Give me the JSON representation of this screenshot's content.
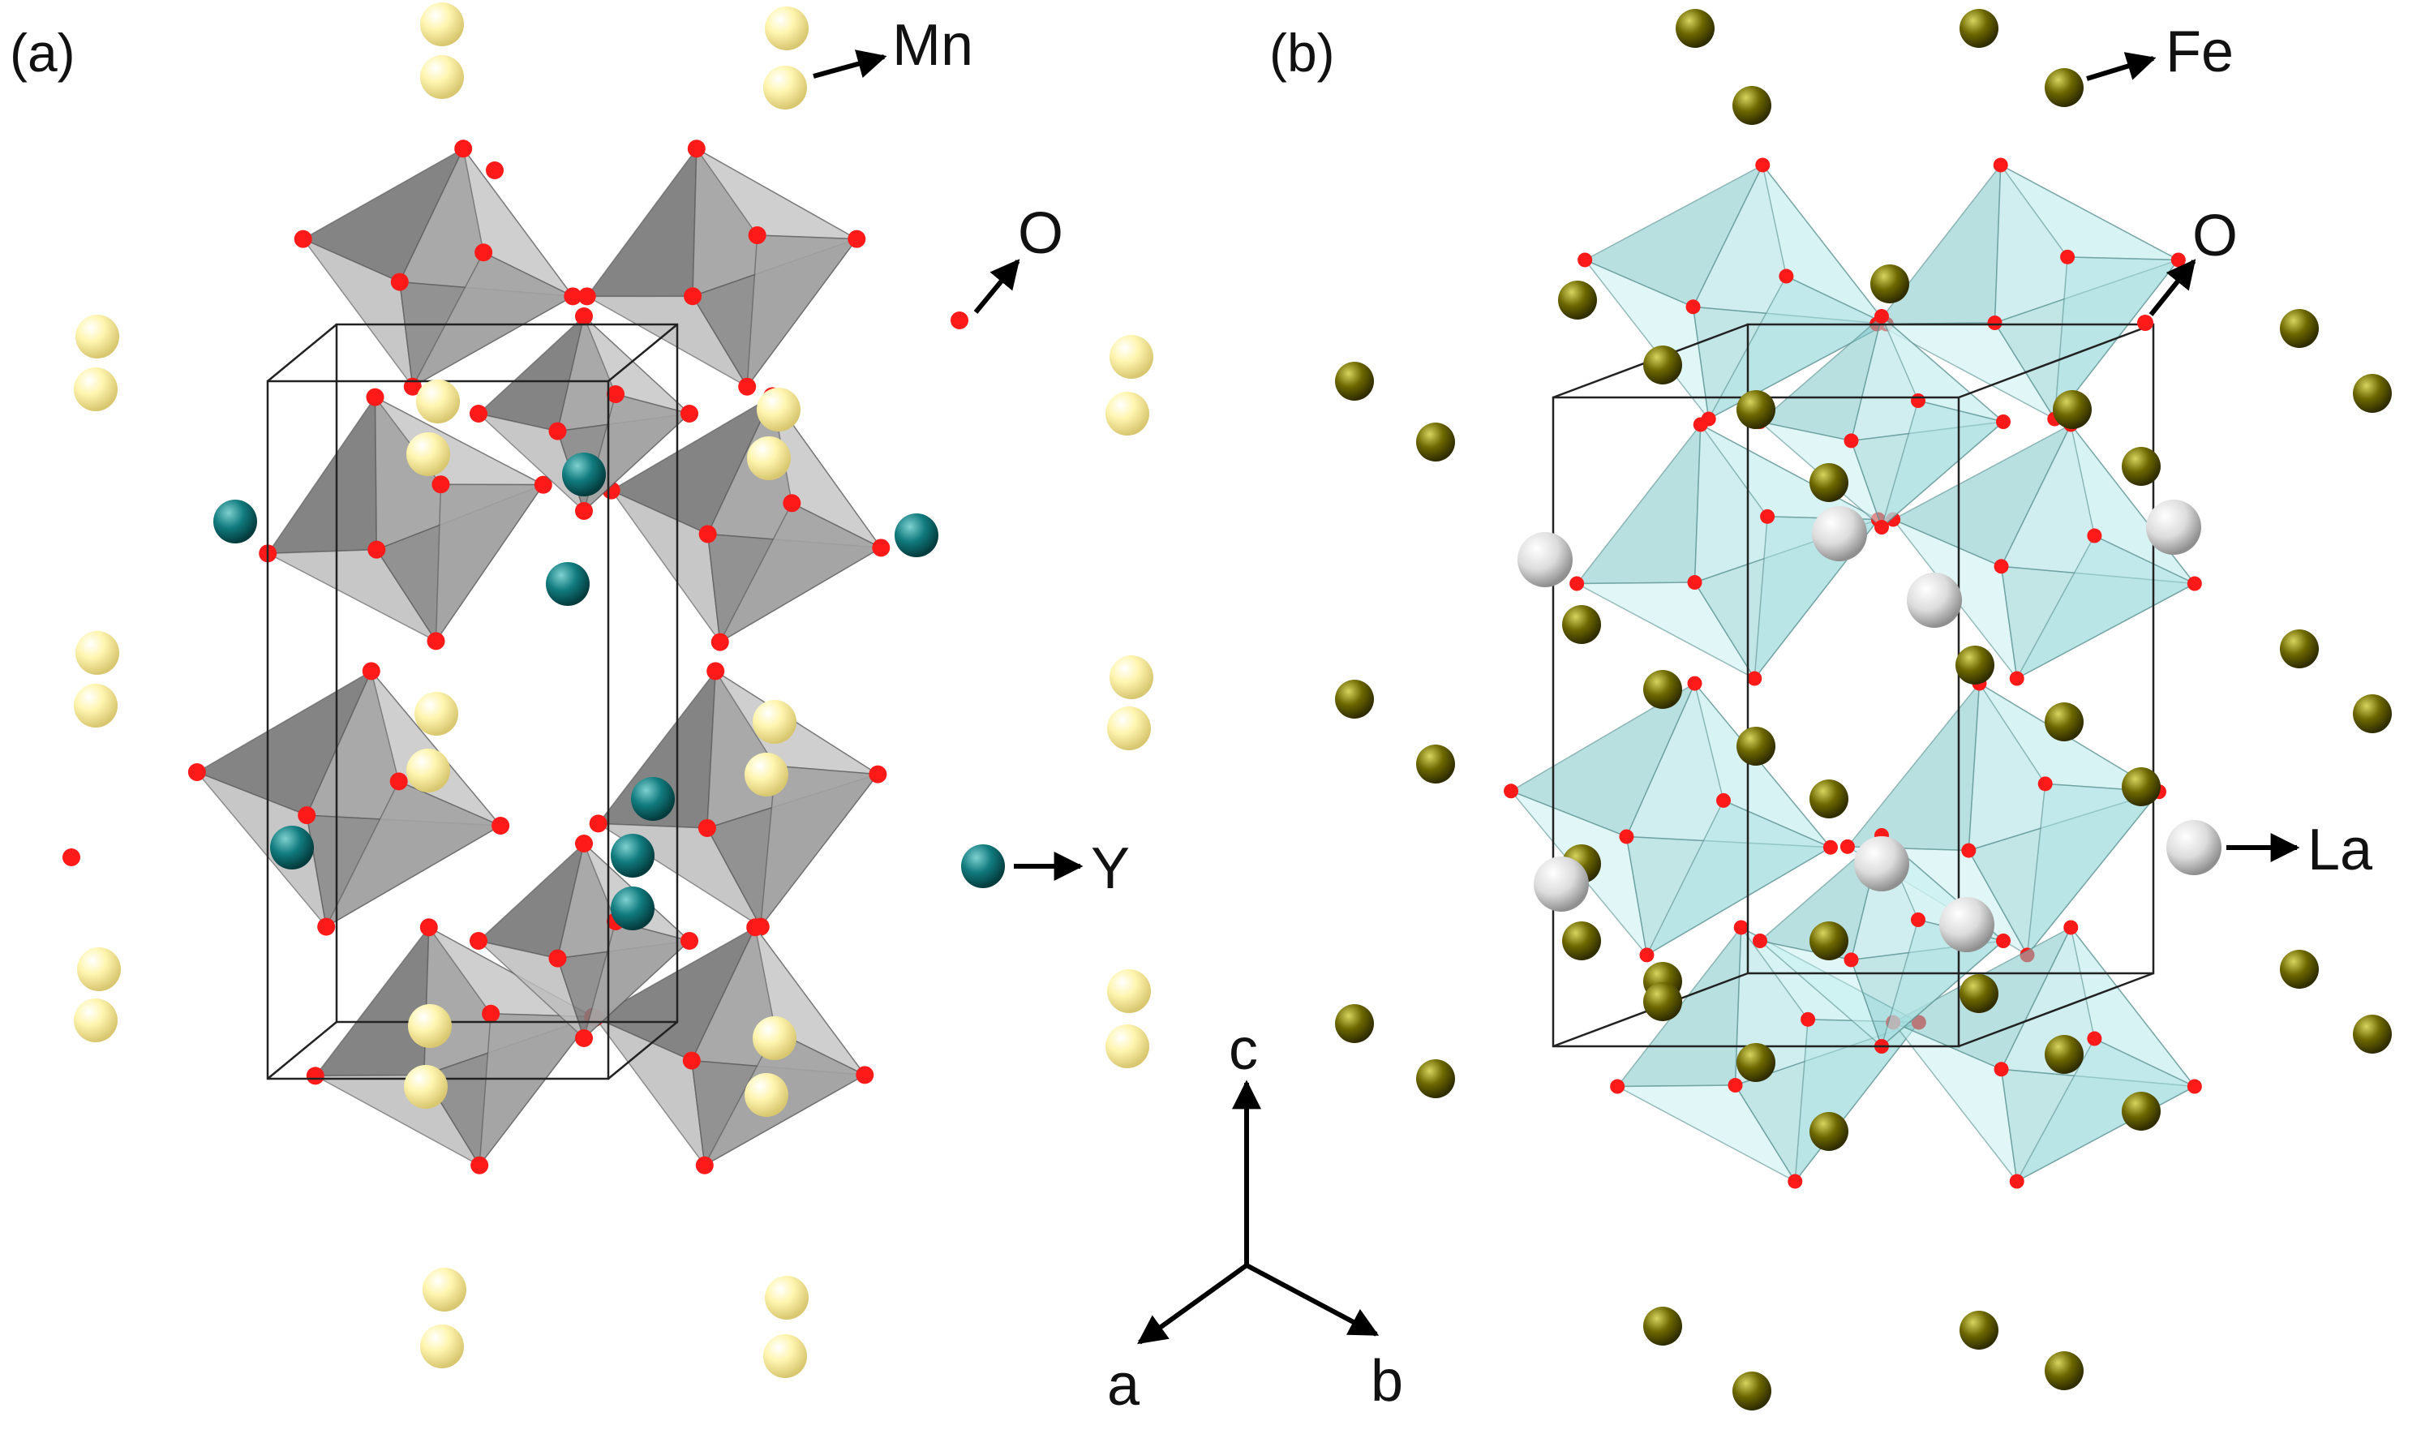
{
  "panels": [
    {
      "id": "a",
      "label": "(a)",
      "atom_labels": {
        "mn": "Mn",
        "o": "O",
        "y": "Y"
      },
      "colors": {
        "polyhedra": "#8a8a8a",
        "metal": "#fff3a6",
        "a_site": "#0f6f73",
        "oxygen": "#ff1010"
      }
    },
    {
      "id": "b",
      "label": "(b)",
      "atom_labels": {
        "fe": "Fe",
        "o": "O",
        "la": "La"
      },
      "colors": {
        "polyhedra": "#a6dfe0",
        "metal": "#6f6a00",
        "a_site": "#e6e6e6",
        "oxygen": "#ff1010"
      }
    }
  ],
  "axes": {
    "c": "c",
    "a": "a",
    "b": "b"
  }
}
